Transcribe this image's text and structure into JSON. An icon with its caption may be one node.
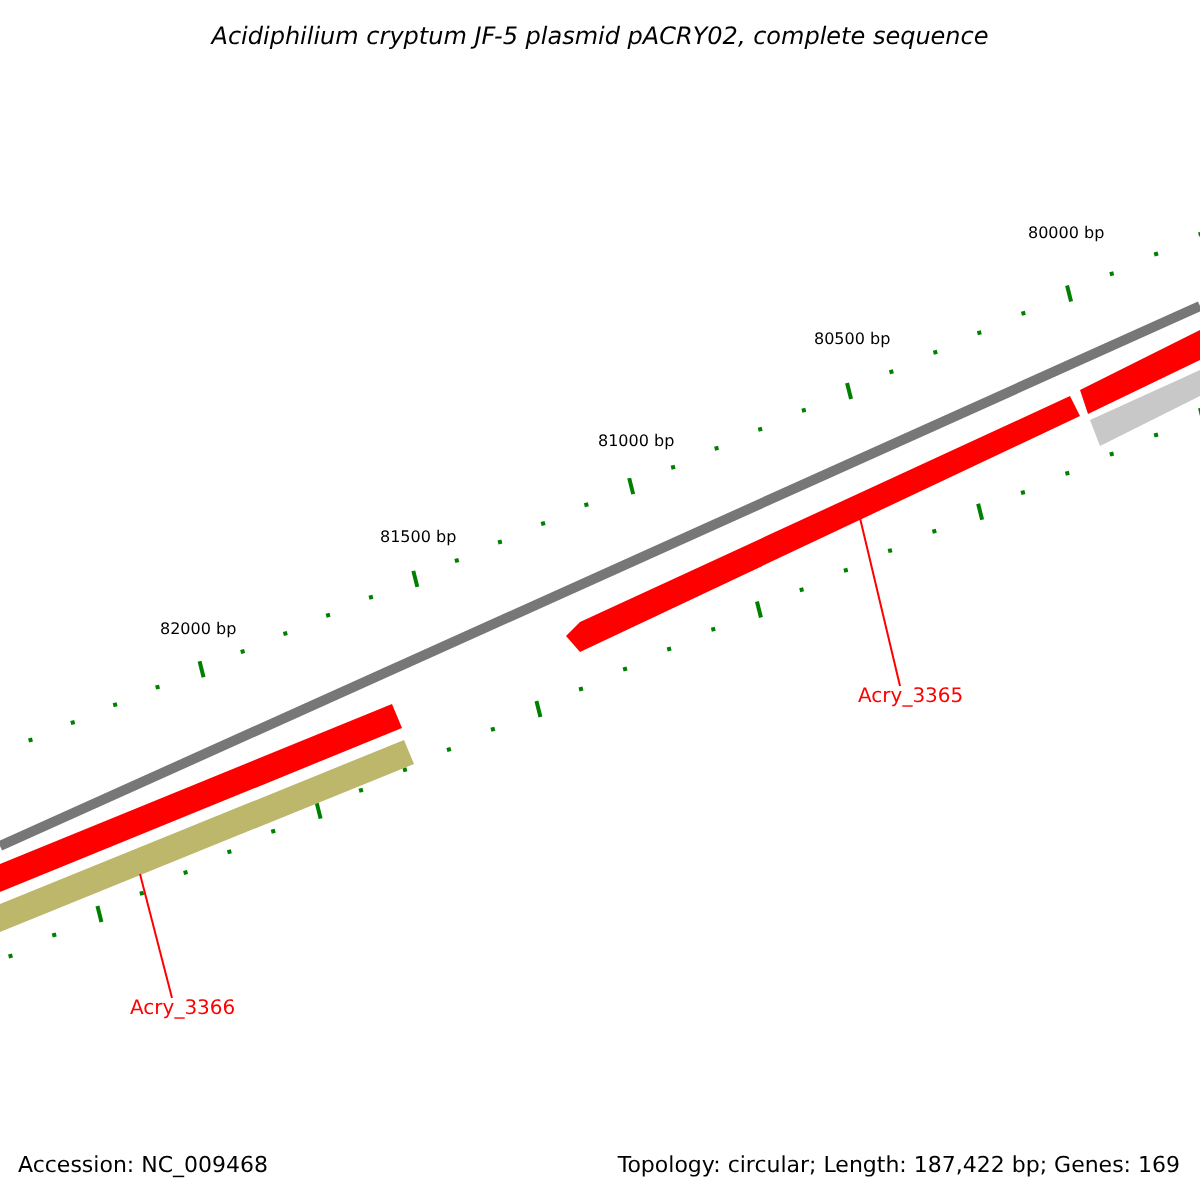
{
  "diagram": {
    "title": "Acidiphilium cryptum JF-5 plasmid pACRY02, complete sequence",
    "nodes": [
      {
        "text": [
          "Acry_3365"
        ]
      },
      {
        "text": [],
        "shape": "bar"
      },
      {
        "text": [
          "Acry_3366"
        ]
      },
      {
        "text": [],
        "shape": "bar"
      }
    ],
    "edges": [
      {
        "from": 0,
        "to": 1,
        "arrow": "none"
      },
      {
        "from": 2,
        "to": 3,
        "arrow": "none"
      }
    ],
    "labels": [
      "80000 bp",
      "80500 bp",
      "81000 bp",
      "81500 bp",
      "82000 bp",
      "Accession: NC_009468",
      "Topology: circular; Length: 187,422 bp; Genes: 169"
    ]
  }
}
